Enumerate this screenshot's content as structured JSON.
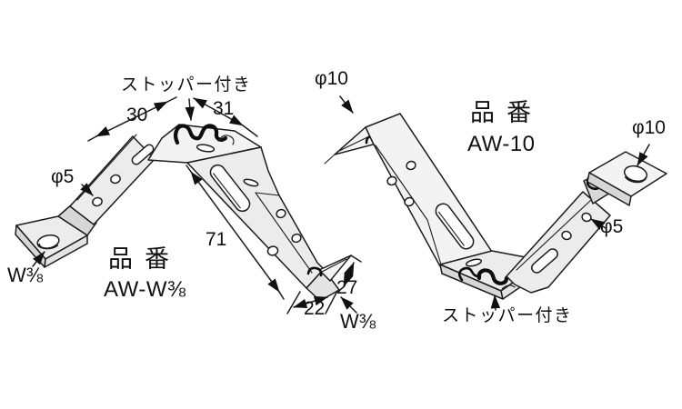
{
  "left": {
    "part_label": "品番",
    "part_code": "AW-W⅜",
    "stopper_note": "ストッパー付き",
    "dims": {
      "d30": "30",
      "d31": "31",
      "d71": "71",
      "d22": "22",
      "d27": "27"
    },
    "labels": {
      "phi5": "φ5",
      "w38_plate": "W⅜",
      "w38_end": "W⅜"
    }
  },
  "right": {
    "part_label": "品番",
    "part_code": "AW-10",
    "stopper_note": "ストッパー付き",
    "labels": {
      "phi10_top": "φ10",
      "phi10_plate": "φ10",
      "phi5": "φ5"
    }
  },
  "colors": {
    "line": "#1c1c1c",
    "metal": "#ececec",
    "metal_light": "#f3f3f3",
    "metal_dark": "#d7d7d7",
    "background": "#ffffff"
  }
}
